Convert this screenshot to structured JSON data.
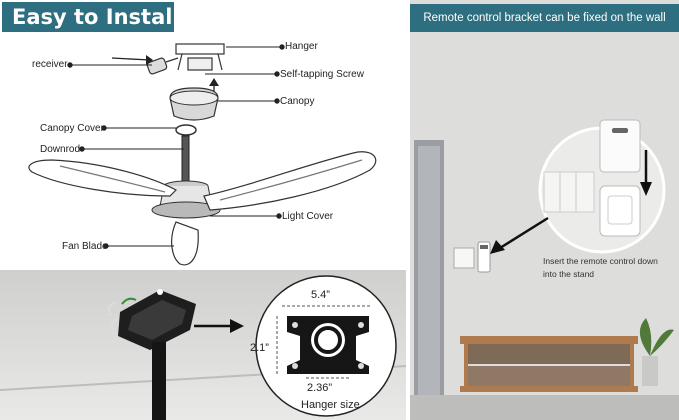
{
  "install": {
    "title": "Easy to Install",
    "labels": {
      "hanger": "Hanger",
      "receiver": "receiver",
      "screw": "Self-tapping Screw",
      "canopy": "Canopy",
      "canopy_cover": "Canopy Cover",
      "downrod": "Downrod",
      "light_cover": "Light Cover",
      "fan_blade": "Fan Blade"
    }
  },
  "hanger_detail": {
    "width_top": "5.4”",
    "height_left": "2.1”",
    "width_bottom": "2.36”",
    "caption": "Hanger size"
  },
  "remote": {
    "banner": "Remote control bracket can be fixed on the wall",
    "instruction_line1": "Insert the remote control down",
    "instruction_line2": "into the stand"
  },
  "colors": {
    "accent": "#2d6e80",
    "wood": "#b07a4f"
  }
}
